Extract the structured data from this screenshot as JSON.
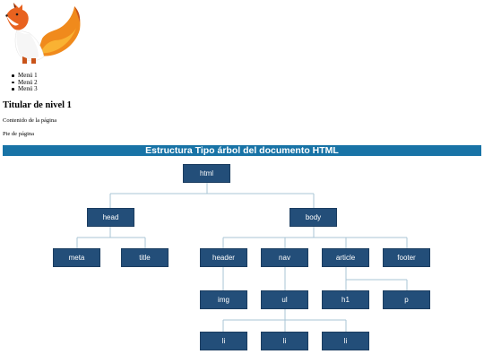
{
  "logo": {
    "icon": "fox-logo-icon"
  },
  "menu": {
    "items": [
      "Menú 1",
      "Menú 2",
      "Menú 3"
    ]
  },
  "heading": "Titular de nivel 1",
  "content": "Contenido de la página",
  "footer": "Pie de página",
  "diagram": {
    "title": "Estructura Tipo árbol del documento HTML",
    "nodes": {
      "html": "html",
      "head": "head",
      "body": "body",
      "meta": "meta",
      "title": "title",
      "header": "header",
      "nav": "nav",
      "article": "article",
      "footer": "footer",
      "img": "img",
      "ul": "ul",
      "h1": "h1",
      "p": "p",
      "li1": "li",
      "li2": "li",
      "li3": "li"
    }
  },
  "colors": {
    "banner": "#1873a6",
    "node": "#234e79",
    "connector": "#a8c4d6"
  }
}
